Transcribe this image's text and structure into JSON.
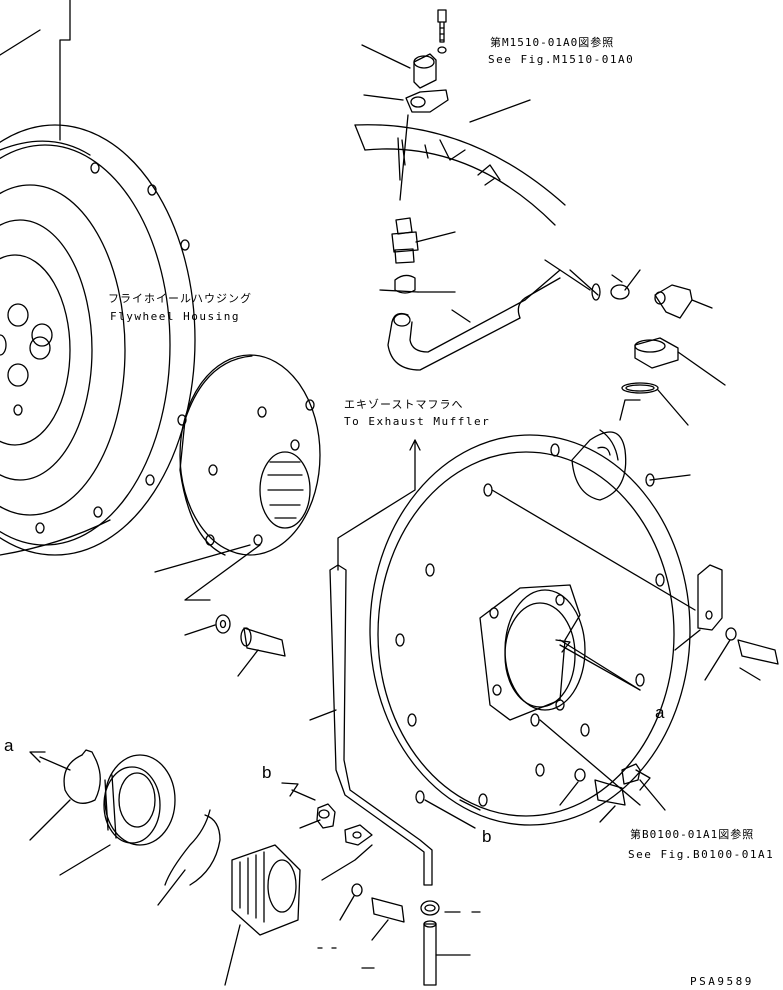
{
  "labels": {
    "fig_ref_m1510_jp": "第M1510-01A0図参照",
    "fig_ref_m1510_en": "See Fig.M1510-01A0",
    "flywheel_housing_jp": "フライホイールハウジング",
    "flywheel_housing_en": "Flywheel Housing",
    "exhaust_muffler_jp": "エキゾーストマフラへ",
    "exhaust_muffler_en": "To Exhaust Muffler",
    "fig_ref_b0100_jp": "第B0100-01A1図参照",
    "fig_ref_b0100_en": "See Fig.B0100-01A1",
    "marker_a_left": "a",
    "marker_a_right": "a",
    "marker_b_left": "b",
    "marker_b_right": "b",
    "drawing_code": "PSA9589"
  }
}
